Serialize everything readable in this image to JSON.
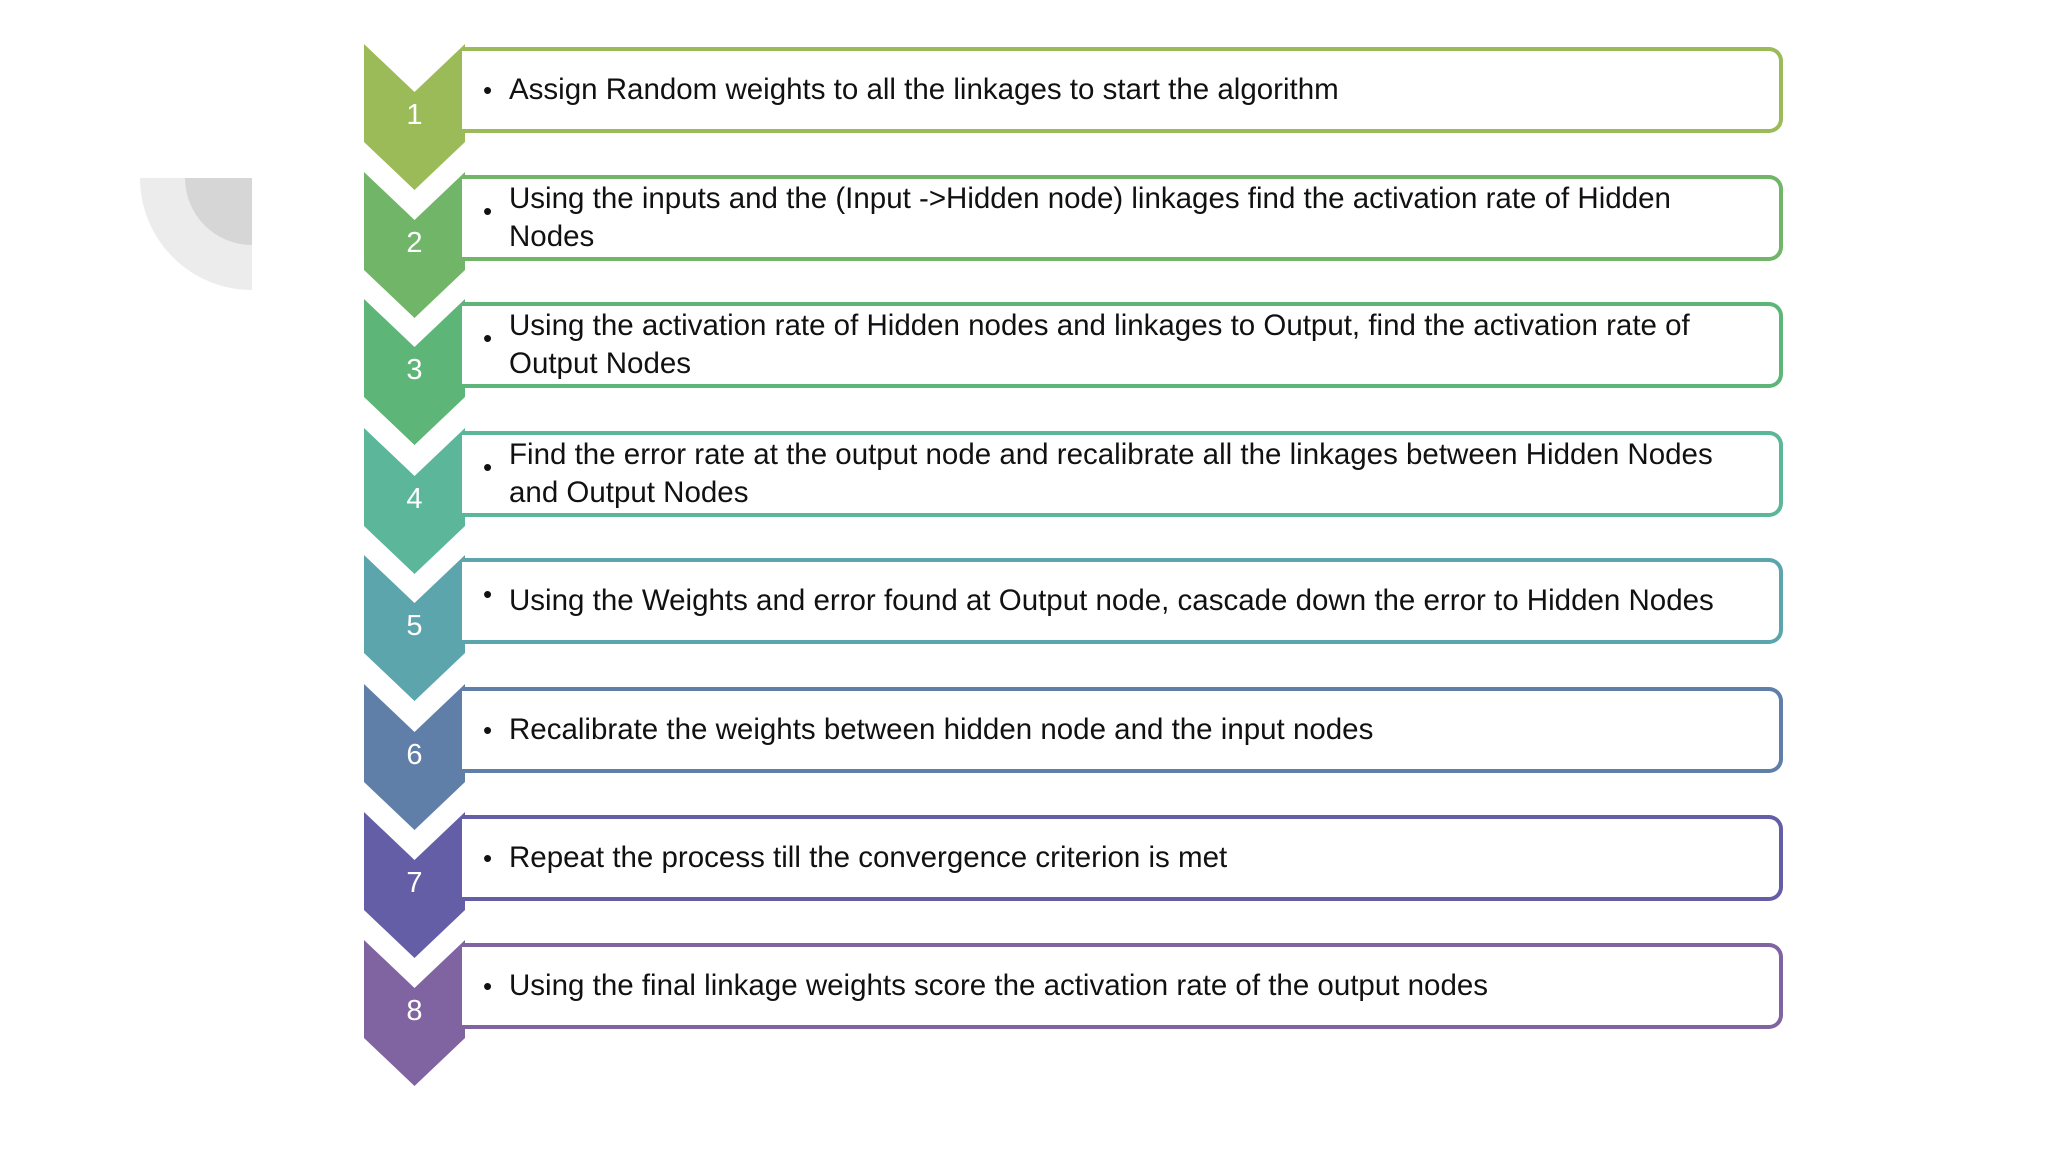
{
  "steps": [
    {
      "number": "1",
      "text": "Assign Random weights to all the linkages to start the algorithm",
      "color": "#9BBB59"
    },
    {
      "number": "2",
      "text": "Using the inputs and the (Input ->Hidden node) linkages find the activation rate of Hidden Nodes",
      "color": "#71B568"
    },
    {
      "number": "3",
      "text": "Using the activation rate of Hidden nodes and linkages to Output, find the activation rate of Output Nodes",
      "color": "#5DB578"
    },
    {
      "number": "4",
      "text": "Find the error rate at the output node and recalibrate all the linkages between Hidden Nodes and Output Nodes",
      "color": "#5CB69A"
    },
    {
      "number": "5",
      "text": "Using the Weights and error found at Output node, cascade down the error to Hidden Nodes",
      "color": "#5DA5AC"
    },
    {
      "number": "6",
      "text": "Recalibrate the  weights between hidden node and the input nodes",
      "color": "#5F7EA8"
    },
    {
      "number": "7",
      "text": "Repeat the process till the convergence criterion is met",
      "color": "#635EA6"
    },
    {
      "number": "8",
      "text": "Using the final linkage weights score the activation rate of the output nodes",
      "color": "#8064A2"
    }
  ],
  "bullet_char": "•"
}
